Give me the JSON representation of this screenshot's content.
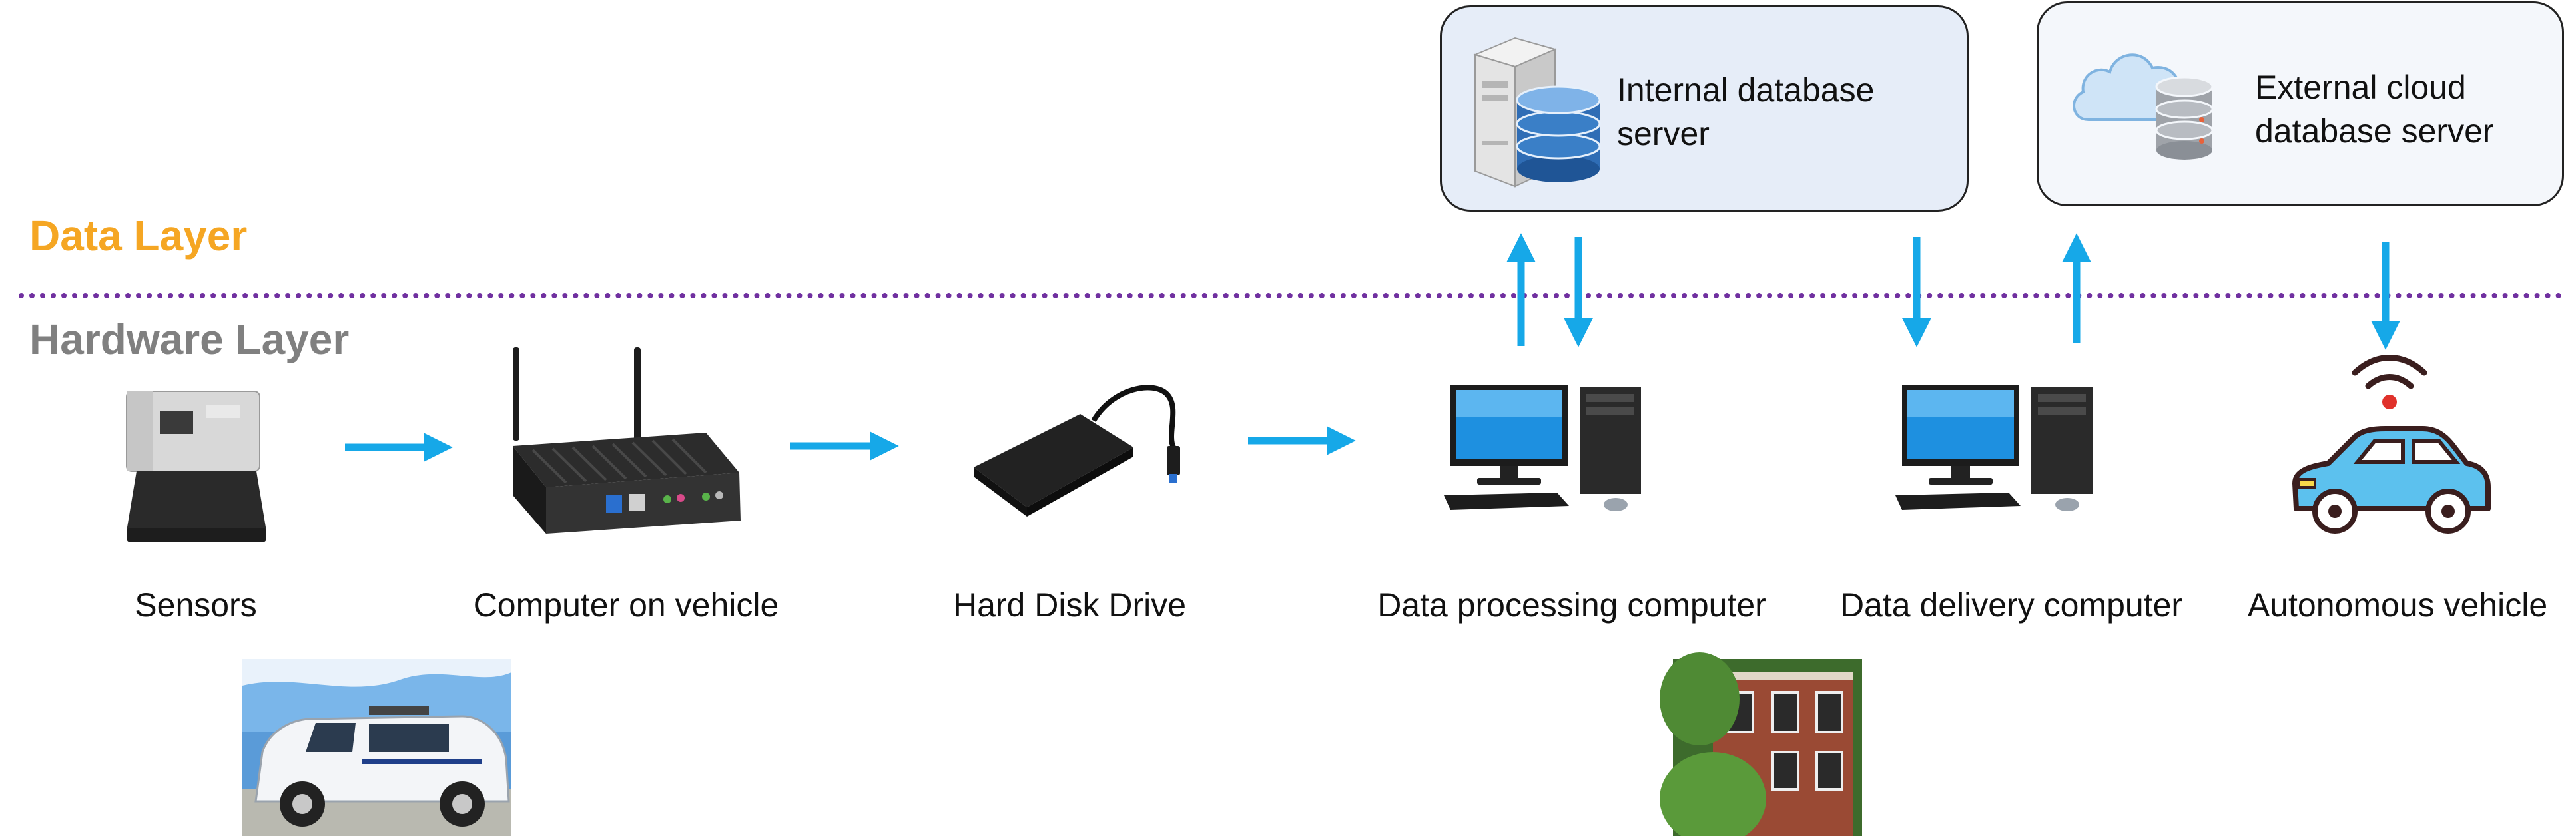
{
  "layers": {
    "data_layer": "Data Layer",
    "hardware_layer": "Hardware Layer"
  },
  "servers": {
    "internal": "Internal database server",
    "external": "External cloud database server"
  },
  "devices": {
    "sensors": "Sensors",
    "computer_on_vehicle": "Computer on vehicle",
    "hard_disk_drive": "Hard Disk Drive",
    "data_processing_computer": "Data processing computer",
    "data_delivery_computer": "Data delivery computer",
    "autonomous_vehicle": "Autonomous vehicle"
  },
  "colors": {
    "data_layer": "#f5a623",
    "hardware_layer": "#808080",
    "arrow": "#16a8e8",
    "divider": "#7030a0",
    "internal_box_fill": "#e6edf8",
    "external_box_fill": "#f4f7fb"
  },
  "icons": [
    "lidar-sensor-icon",
    "mini-pc-icon",
    "hard-disk-icon",
    "desktop-computer-icon",
    "server-tower-icon",
    "database-icon",
    "cloud-icon",
    "car-icon",
    "wifi-icon"
  ]
}
